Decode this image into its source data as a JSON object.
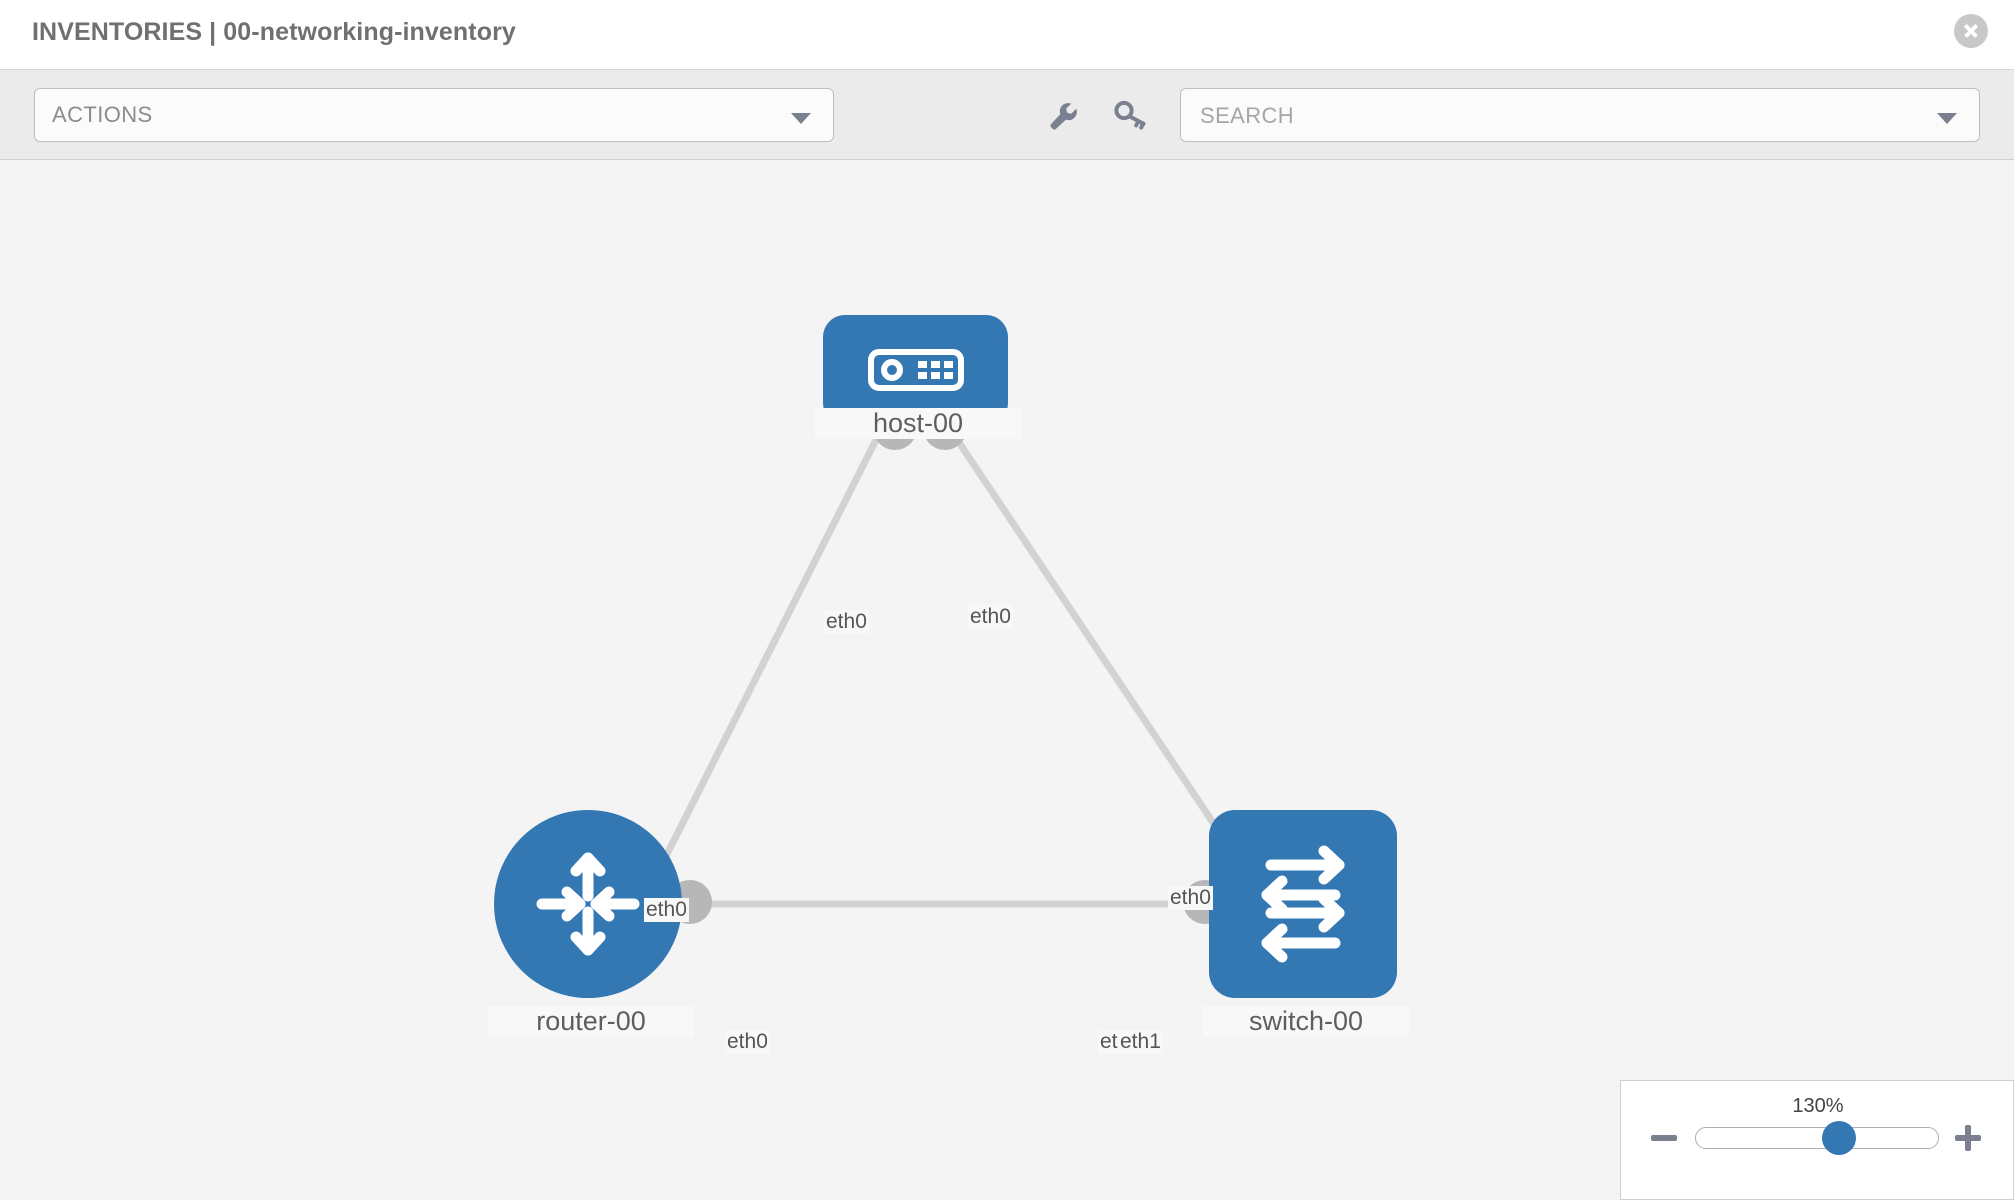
{
  "header": {
    "title": "INVENTORIES | 00-networking-inventory",
    "close_icon": "close-icon"
  },
  "toolbar": {
    "actions_label": "ACTIONS",
    "actions_caret_icon": "chevron-down-icon",
    "wrench_icon": "wrench-icon",
    "key_icon": "key-icon",
    "search_placeholder": "SEARCH",
    "search_value": "",
    "search_caret_icon": "chevron-down-icon"
  },
  "topology": {
    "nodes": [
      {
        "id": "host-00",
        "label": "host-00",
        "type": "host",
        "icon": "server-icon",
        "shape": "rounded-rect",
        "color": "#3377b3"
      },
      {
        "id": "router-00",
        "label": "router-00",
        "type": "router",
        "icon": "router-arrows-icon",
        "shape": "circle",
        "color": "#3377b3"
      },
      {
        "id": "switch-00",
        "label": "switch-00",
        "type": "switch",
        "icon": "switch-arrows-icon",
        "shape": "rounded-square",
        "color": "#3377b3"
      }
    ],
    "links": [
      {
        "from": "host-00",
        "to": "router-00",
        "from_iface": "eth0",
        "to_iface": "eth0"
      },
      {
        "from": "host-00",
        "to": "switch-00",
        "from_iface": "eth0",
        "to_iface": "eth0"
      },
      {
        "from": "router-00",
        "to": "switch-00",
        "from_iface": "eth0",
        "to_iface": "eth1"
      }
    ],
    "interface_labels": {
      "host_left": "eth0",
      "host_right": "eth0",
      "router_up": "eth0",
      "switch_up": "eth0",
      "router_right": "eth0",
      "switch_left_back": "eth0",
      "switch_left_front": "eth1"
    },
    "link_color": "#d2d2d2",
    "connector_color": "#b7b7b7"
  },
  "zoom_control": {
    "value_label": "130%",
    "minus_label": "zoom-out",
    "plus_label": "zoom-in",
    "thumb_percent": 59
  }
}
